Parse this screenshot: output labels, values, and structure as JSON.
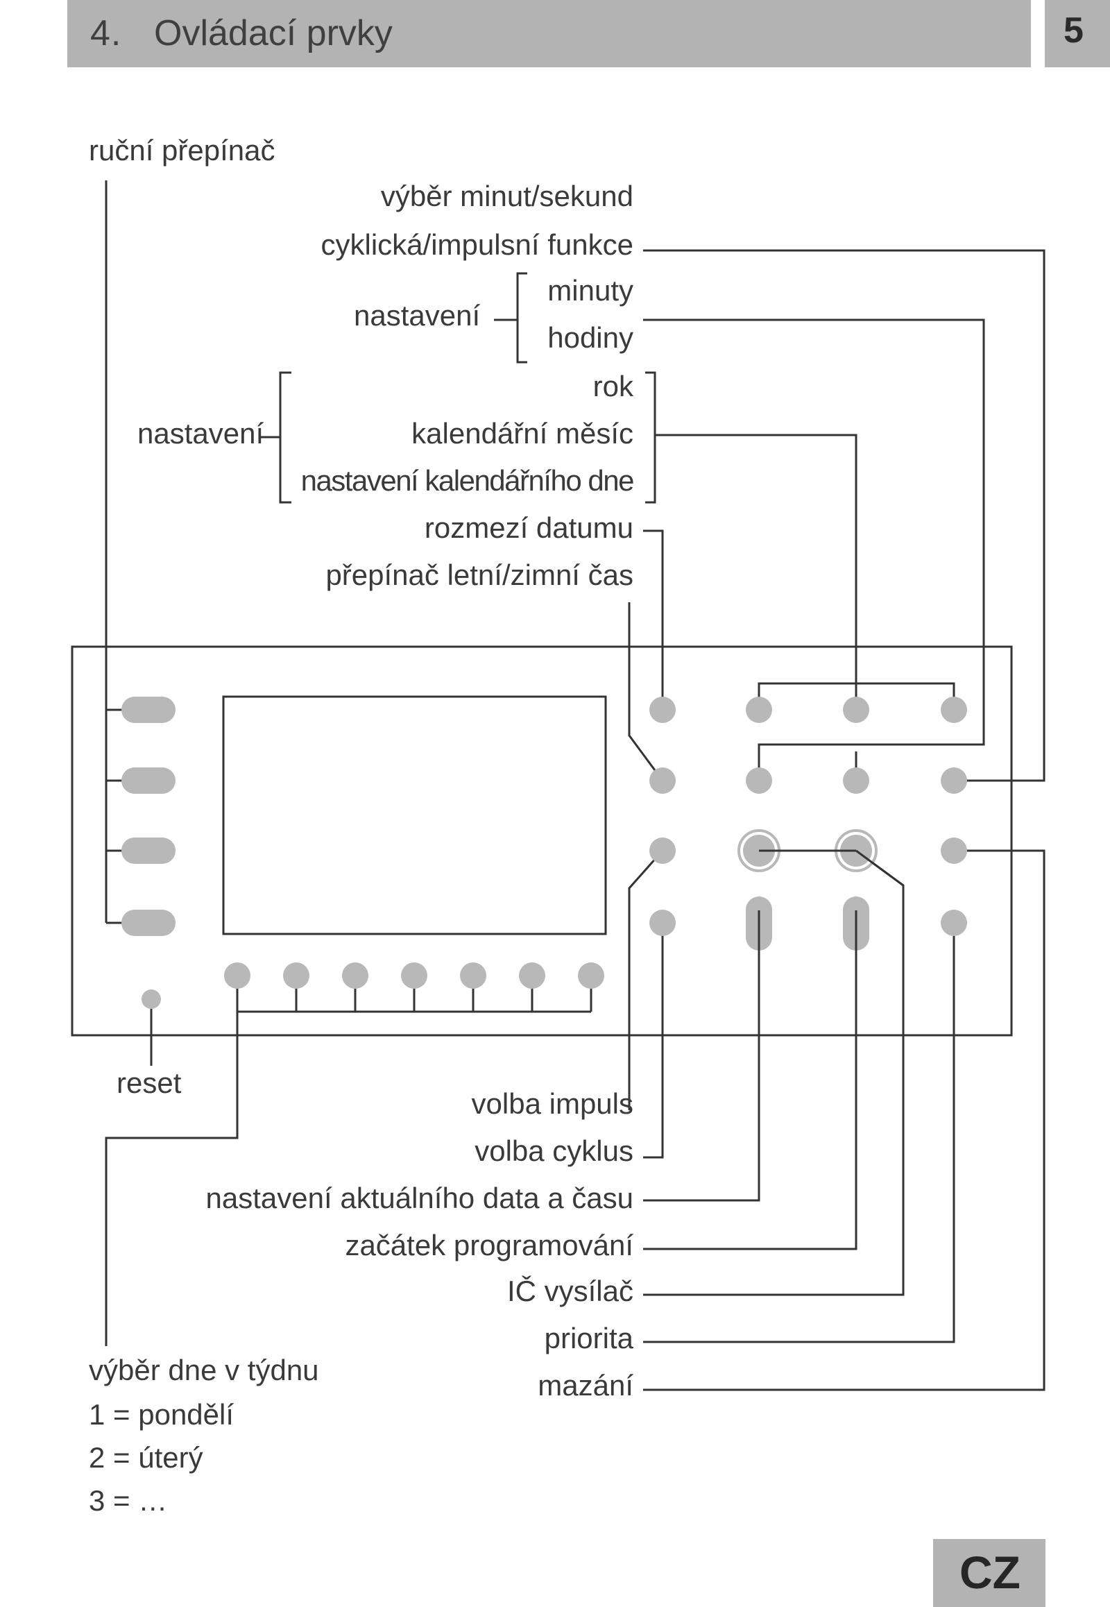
{
  "header": {
    "number": "4.",
    "title": "Ovládací prvky",
    "page_number": "5"
  },
  "footer": {
    "language_tab": "CZ"
  },
  "labels": {
    "manual_switch": "ruční přepínač",
    "min_sec_select": "výběr minut/sekund",
    "cyclic_pulse": "cyklická/impulsní funkce",
    "setting_time": "nastavení",
    "minutes": "minuty",
    "hours": "hodiny",
    "setting_date": "nastavení",
    "year": "rok",
    "month": "kalendářní měsíc",
    "day_setting": "nastavení kalendářního dne",
    "date_range": "rozmezí datumu",
    "dst_switch": "přepínač letní/zimní čas",
    "reset": "reset",
    "pulse_select": "volba impuls",
    "cycle_select": "volba cyklus",
    "set_datetime": "nastavení aktuálního data a času",
    "program_start": "začátek programování",
    "ir_transmitter": "IČ vysílač",
    "priority": "priorita",
    "delete": "mazání",
    "weekday_select": "výběr dne v týdnu",
    "weekday_1": "1 = pondělí",
    "weekday_2": "2 = úterý",
    "weekday_3": "3 = …"
  },
  "colors": {
    "header_bg": "#b3b3b3",
    "button_fill": "#b8b8b8",
    "line": "#333333"
  }
}
